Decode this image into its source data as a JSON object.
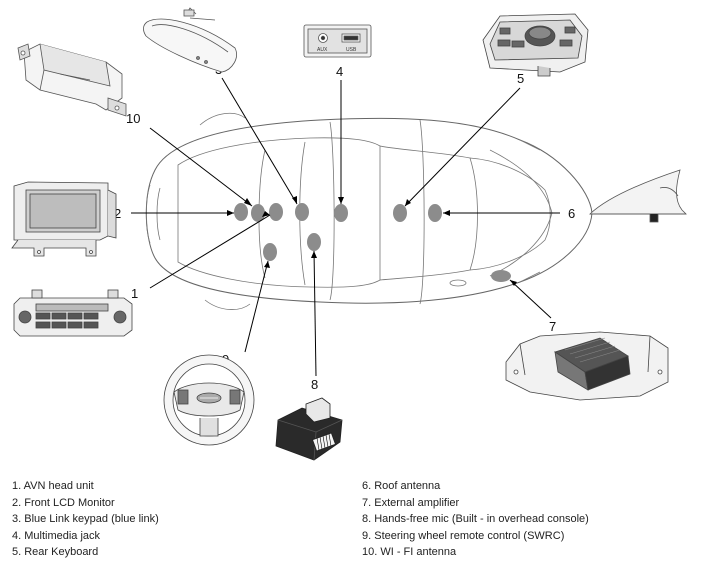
{
  "callouts": [
    "1",
    "2",
    "3",
    "4",
    "5",
    "6",
    "7",
    "8",
    "9",
    "10"
  ],
  "jack_labels": {
    "aux": "AUX",
    "usb": "USB"
  },
  "legend": [
    "1. AVN head unit",
    "2. Front LCD Monitor",
    "3. Blue Link keypad (blue link)",
    "4. Multimedia jack",
    "5. Rear Keyboard",
    "6. Roof antenna",
    "7. External amplifier",
    "8. Hands-free mic (Built - in overhead console)",
    "9. Steering wheel remote control (SWRC)",
    "10. WI - FI antenna"
  ],
  "colors": {
    "line": "#000000",
    "marker": "#8c8c8c",
    "outline": "#555555"
  }
}
